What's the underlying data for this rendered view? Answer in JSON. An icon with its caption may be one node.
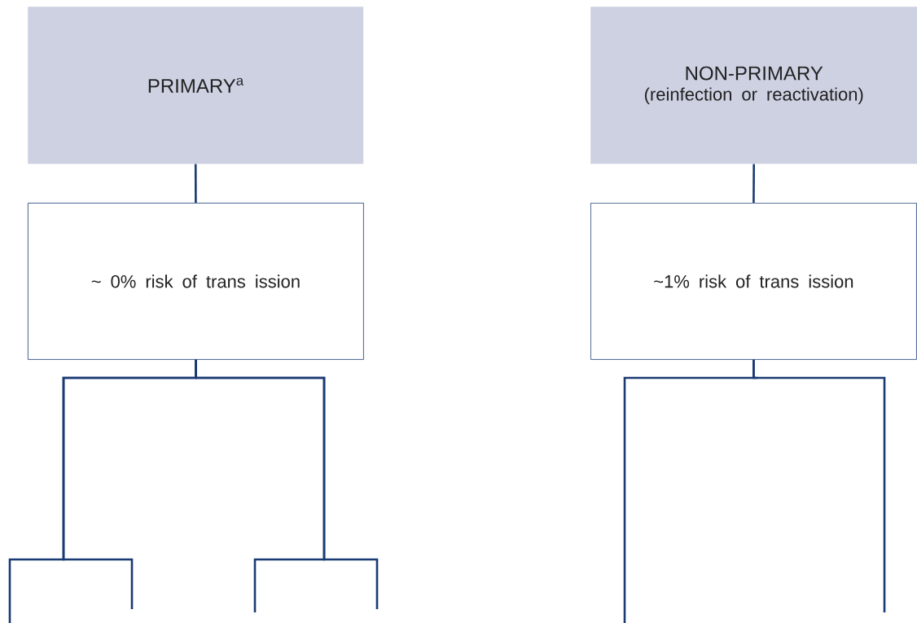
{
  "diagram": {
    "nodes": [
      {
        "text": [
          "PRIMARY$^{a}$"
        ]
      },
      {
        "text": [
          "~ 0% risk of trans ission"
        ]
      },
      {
        "text": [
          "NON-PRIMARY",
          "(reinfection or reactivation)"
        ]
      },
      {
        "text": [
          "~1% risk of trans ission"
        ]
      }
    ],
    "edges": [
      {
        "from": 0,
        "to": 1,
        "arrow": "none"
      },
      {
        "from": 1,
        "to": null,
        "arrow": "none"
      },
      {
        "from": 1,
        "to": null,
        "arrow": "none"
      },
      {
        "from": 1,
        "to": null,
        "arrow": "none"
      },
      {
        "from": 1,
        "to": null,
        "arrow": "none"
      },
      {
        "from": 2,
        "to": 3,
        "arrow": "none"
      },
      {
        "from": 3,
        "to": null,
        "arrow": "none"
      },
      {
        "from": 3,
        "to": null,
        "arrow": "none"
      }
    ]
  }
}
